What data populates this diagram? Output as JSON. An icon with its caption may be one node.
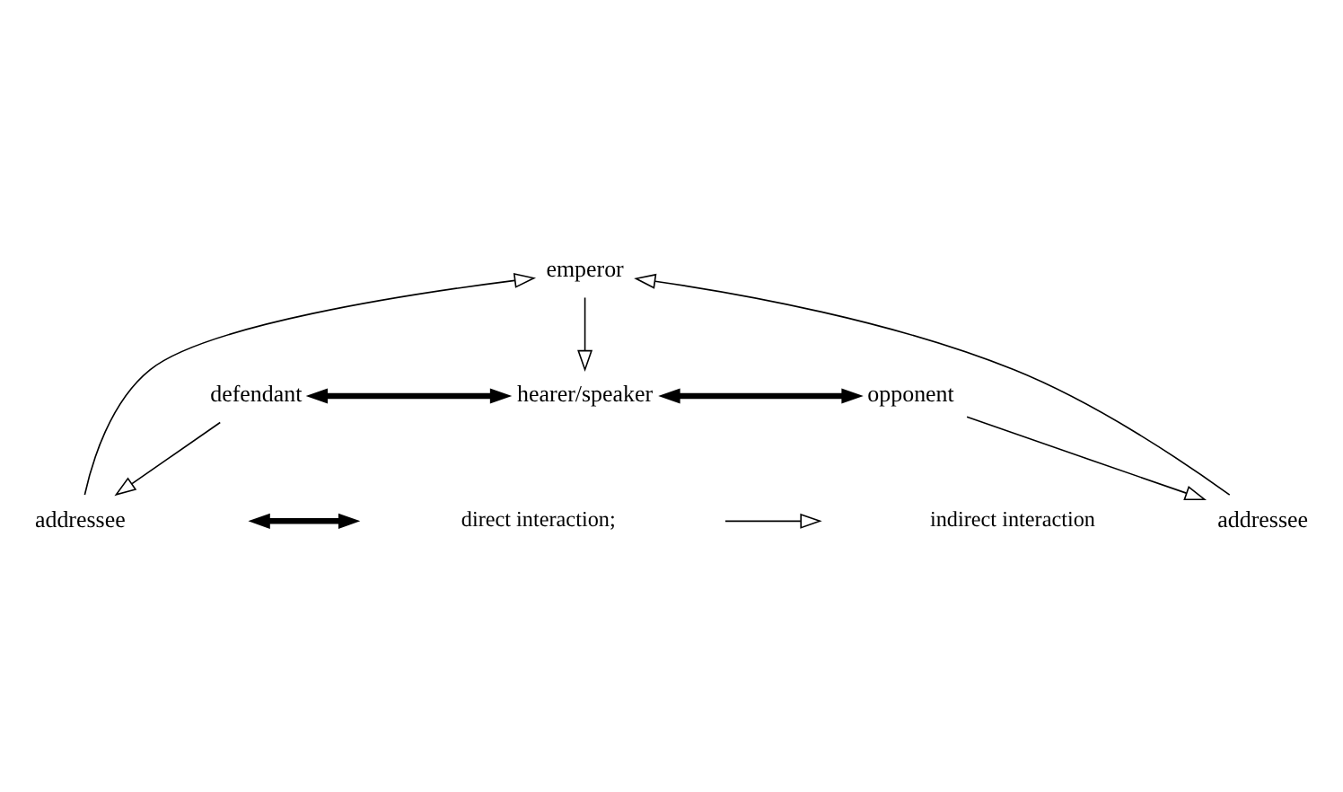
{
  "diagram": {
    "nodes": [
      {
        "text": [
          "emperor"
        ]
      },
      {
        "text": [
          "addressee"
        ]
      },
      {
        "text": [
          "addressee"
        ]
      },
      {
        "text": [
          "defendant"
        ]
      },
      {
        "text": [
          "hearer/speaker"
        ]
      },
      {
        "text": [
          "opponent"
        ]
      }
    ],
    "edges": [
      {
        "from": 3,
        "to": 1,
        "arrow": "to"
      },
      {
        "from": 1,
        "to": 0,
        "arrow": "to"
      },
      {
        "from": 0,
        "to": 4,
        "arrow": "to"
      },
      {
        "from": 5,
        "to": 2,
        "arrow": "to"
      },
      {
        "from": 2,
        "to": 0,
        "arrow": "to"
      },
      {
        "from": 3,
        "to": 4,
        "arrow": "both",
        "style": "thick"
      },
      {
        "from": 4,
        "to": 5,
        "arrow": "both",
        "style": "thick"
      }
    ],
    "legend": [
      {
        "text": "direct interaction;"
      },
      {
        "text": "indirect interaction"
      }
    ]
  }
}
